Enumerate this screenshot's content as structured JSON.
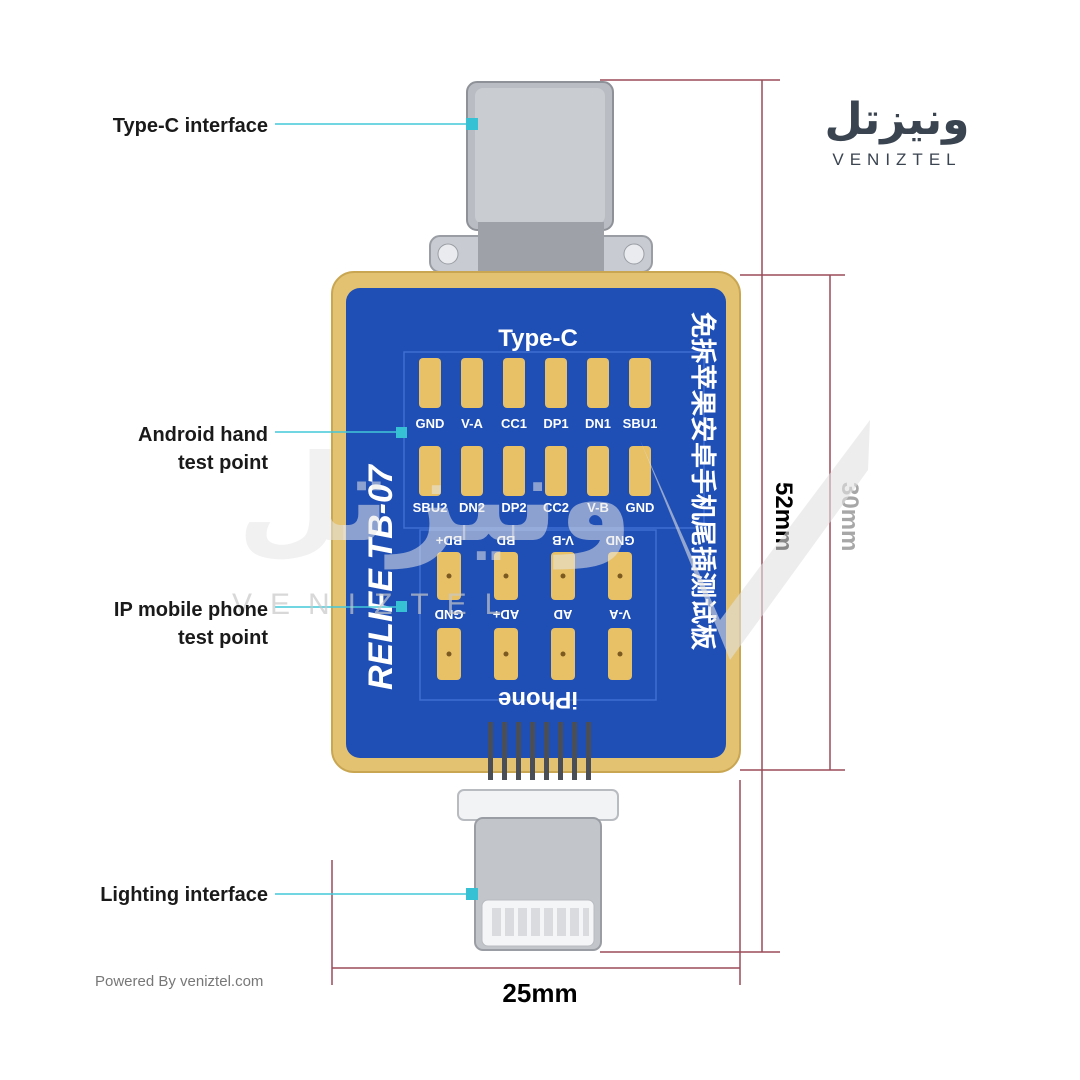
{
  "callouts": {
    "type_c": "Type-C interface",
    "android_1": "Android hand",
    "android_2": "test point",
    "ip_1": "IP mobile phone",
    "ip_2": "test point",
    "lighting": "Lighting interface"
  },
  "dimensions": {
    "width": "25mm",
    "height_total": "52mm",
    "height_board": "30mm"
  },
  "board": {
    "top_label": "Type-C",
    "bottom_label": "iPhone",
    "brand": "RELIFE TB-07",
    "chinese_text": "免拆苹果安卓手机尾插测试板",
    "android_row1": [
      "GND",
      "V-A",
      "CC1",
      "DP1",
      "DN1",
      "SBU1"
    ],
    "android_row2": [
      "SBU2",
      "DN2",
      "DP2",
      "CC2",
      "V-B",
      "GND"
    ],
    "iphone_row1": [
      "GND",
      "V-B",
      "BD",
      "BD+"
    ],
    "iphone_row2": [
      "V-A",
      "AD",
      "AD+",
      "GND"
    ]
  },
  "logo": {
    "arabic": "ونيزتل",
    "latin": "VENIZTEL"
  },
  "watermark": {
    "arabic": "ونيزتل",
    "latin": "VENIZTEL"
  },
  "footer": {
    "powered": "Powered By veniztel.com"
  },
  "colors": {
    "board_blue": "#1f4fb5",
    "board_gold": "#e3c272",
    "pad_gold": "#e8c065",
    "callout_line": "#43c7d8",
    "dimension_line": "#9b4b5a"
  }
}
